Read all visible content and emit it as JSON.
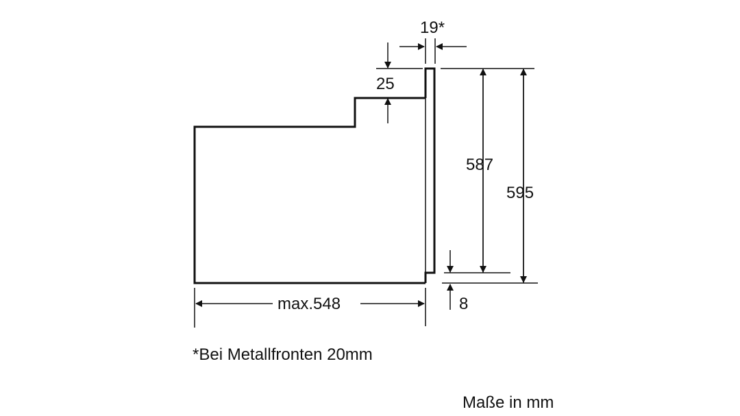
{
  "dimensions": {
    "front_thickness": "19*",
    "top_offset": "25",
    "inner_height": "587",
    "total_height": "595",
    "depth": "max.548",
    "bottom_offset": "8"
  },
  "footnote": "*Bei Metallfronten 20mm",
  "units_note": "Maße in mm"
}
